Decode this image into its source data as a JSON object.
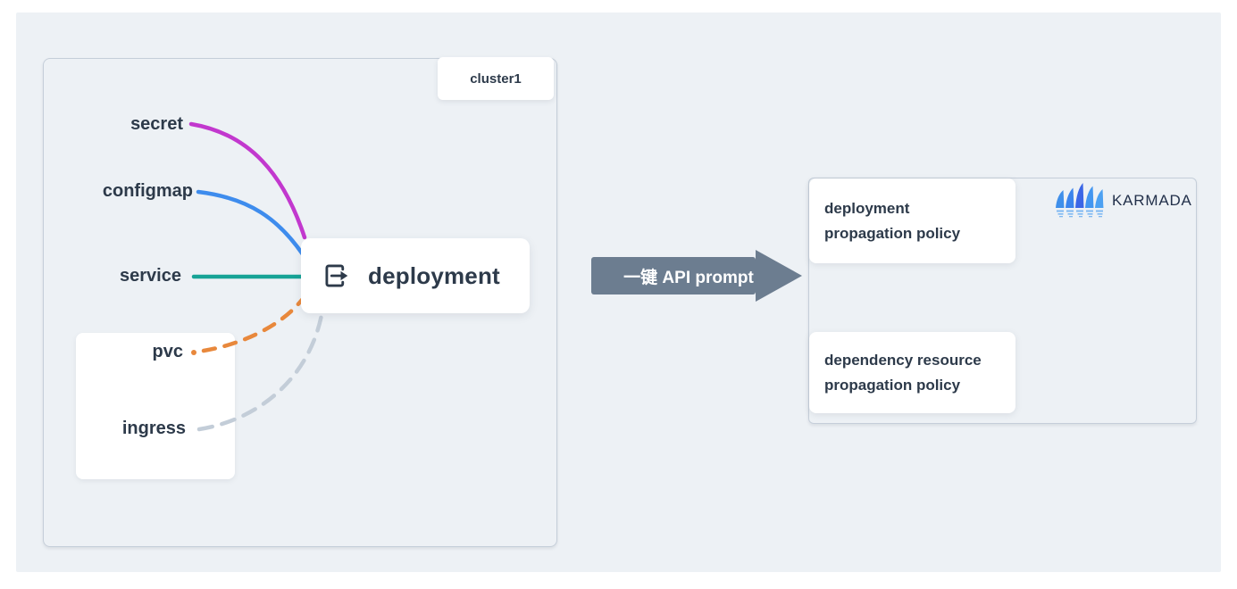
{
  "canvas": {
    "background": "#edf1f5",
    "panel_border": "#c5ced9",
    "text_dark": "#2d3a4a"
  },
  "cluster_panel": {
    "label": "cluster1",
    "resources": [
      {
        "id": "secret",
        "label": "secret",
        "color": "#c238ce",
        "line_style": "solid"
      },
      {
        "id": "configmap",
        "label": "configmap",
        "color": "#3e8ced",
        "line_style": "solid"
      },
      {
        "id": "service",
        "label": "service",
        "color": "#16a396",
        "line_style": "solid"
      },
      {
        "id": "pvc",
        "label": "pvc",
        "color": "#e8883c",
        "line_style": "dashed"
      },
      {
        "id": "ingress",
        "label": "ingress",
        "color": "#c3cdd8",
        "line_style": "dashed"
      }
    ],
    "node": {
      "label": "deployment",
      "icon": "export-arrow-icon",
      "icon_color": "#2d3a4a"
    }
  },
  "arrow": {
    "label": "一键 API prompt",
    "color": "#6c7d90",
    "text_color": "#ffffff"
  },
  "karmada_panel": {
    "logo": {
      "text": "KARMADA",
      "icon": "karmada-sails-icon",
      "sail_colors": [
        "#3f8fea",
        "#3b84ec",
        "#3b66e6",
        "#4396f0",
        "#4da1f2"
      ],
      "reflection_color": "#7fb9f2"
    },
    "cards": [
      {
        "lines": [
          "deployment",
          "propagation policy"
        ]
      },
      {
        "lines": [
          "dependency resource",
          "propagation policy"
        ]
      }
    ]
  }
}
